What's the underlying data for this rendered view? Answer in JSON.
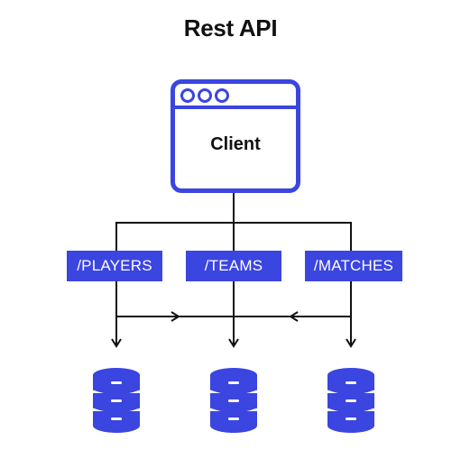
{
  "title": "Rest API",
  "client": {
    "label": "Client"
  },
  "endpoints": [
    {
      "label": "/PLAYERS"
    },
    {
      "label": "/TEAMS"
    },
    {
      "label": "/MATCHES"
    }
  ],
  "databases": [
    {
      "icon": "database-icon"
    },
    {
      "icon": "database-icon"
    },
    {
      "icon": "database-icon"
    }
  ],
  "colors": {
    "accent": "#3b45e0",
    "line": "#111111",
    "background": "#ffffff"
  }
}
